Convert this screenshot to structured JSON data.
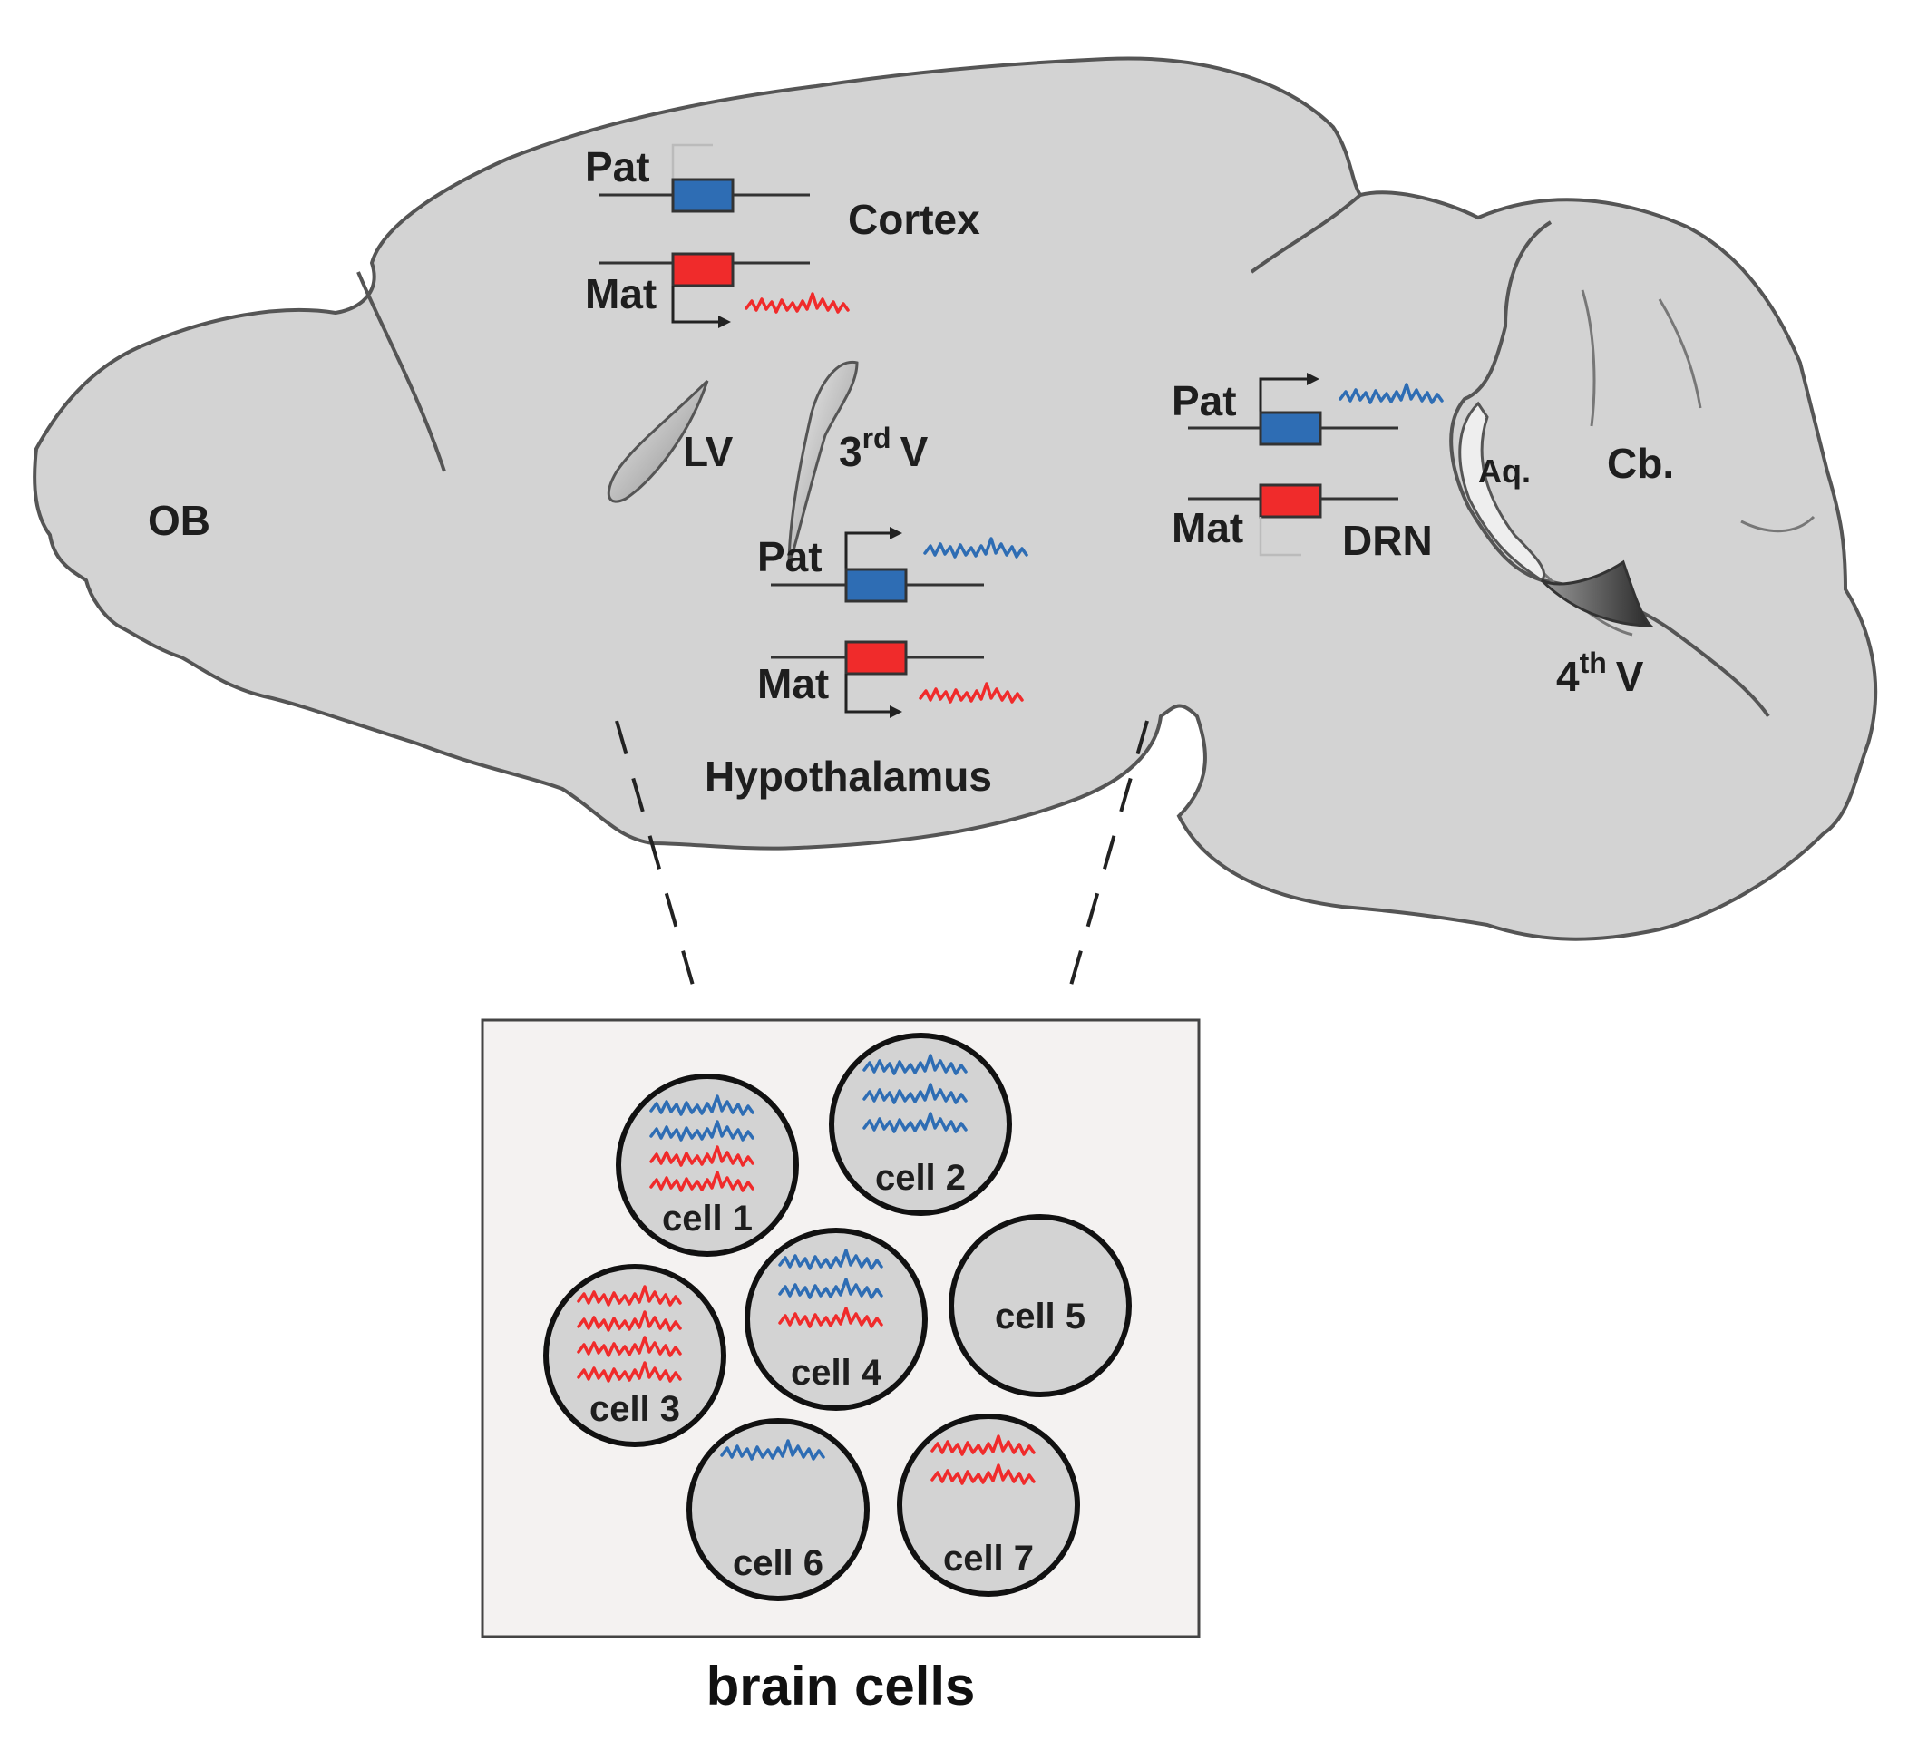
{
  "regions": {
    "ob": "OB",
    "lv": "LV",
    "third_v_base": "3",
    "third_v_sup": "rd",
    "third_v_suffix": "V",
    "cortex": "Cortex",
    "hypothalamus": "Hypothalamus",
    "drn": "DRN",
    "aq": "Aq.",
    "cb": "Cb.",
    "fourth_v_base": "4",
    "fourth_v_sup": "th",
    "fourth_v_suffix": "V"
  },
  "alleles": {
    "pat": "Pat",
    "mat": "Mat"
  },
  "cells": [
    {
      "label": "cell 1",
      "blue_traces": 2,
      "red_traces": 2
    },
    {
      "label": "cell 2",
      "blue_traces": 3,
      "red_traces": 0
    },
    {
      "label": "cell 3",
      "blue_traces": 0,
      "red_traces": 4
    },
    {
      "label": "cell 4",
      "blue_traces": 2,
      "red_traces": 1
    },
    {
      "label": "cell 5",
      "blue_traces": 0,
      "red_traces": 0
    },
    {
      "label": "cell 6",
      "blue_traces": 1,
      "red_traces": 0
    },
    {
      "label": "cell 7",
      "blue_traces": 0,
      "red_traces": 2
    }
  ],
  "caption": "brain cells",
  "colors": {
    "paternal": "#2e6db4",
    "maternal": "#f02b2b",
    "tissue": "#d3d3d3",
    "outline": "#555555",
    "inset_bg": "#f4f2f1"
  }
}
